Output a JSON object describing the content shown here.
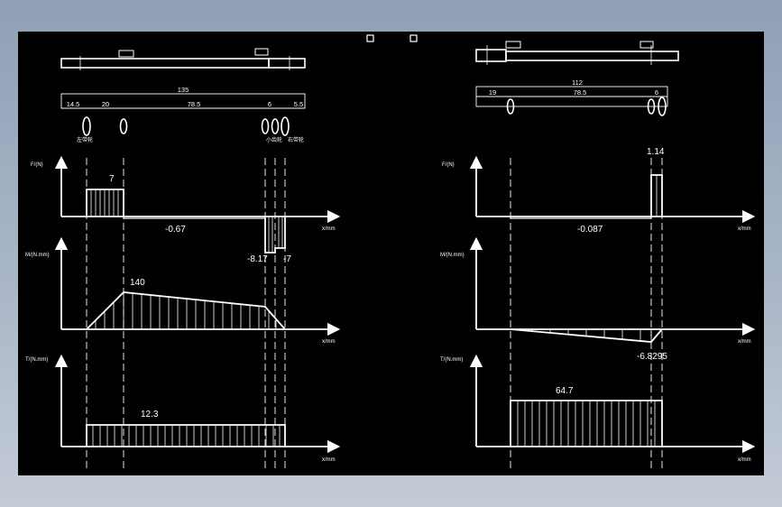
{
  "colors": {
    "background": "#000000",
    "stroke": "#ffffff",
    "frame": "#9aa8bb"
  },
  "left": {
    "dimensions": {
      "overall": "135",
      "segments": [
        "14.5",
        "20",
        "78.5",
        "6",
        "5.5"
      ]
    },
    "bearing_labels": {
      "left": "左带轮",
      "mid1": "小齿轮",
      "mid2": "右带轮"
    },
    "axes": {
      "F": "F/(N)",
      "M": "M/(N.mm)",
      "T": "T/(N.mm)",
      "x": "x/mm"
    },
    "values": {
      "shear_peak": "7",
      "shear_mid": "-0.67",
      "shear_neg1": "-8.17",
      "shear_neg2": "-7",
      "moment_peak": "140",
      "torque": "12.3"
    }
  },
  "right": {
    "dimensions": {
      "overall": "112",
      "segments": [
        "19",
        "78.5",
        "6"
      ]
    },
    "axes": {
      "F": "F/(N)",
      "M": "M/(N.mm)",
      "T": "T/(N.mm)",
      "x": "x/mm"
    },
    "values": {
      "shear_peak": "1.14",
      "shear_mid": "-0.087",
      "moment_min": "-6.8295",
      "torque": "64.7"
    }
  }
}
